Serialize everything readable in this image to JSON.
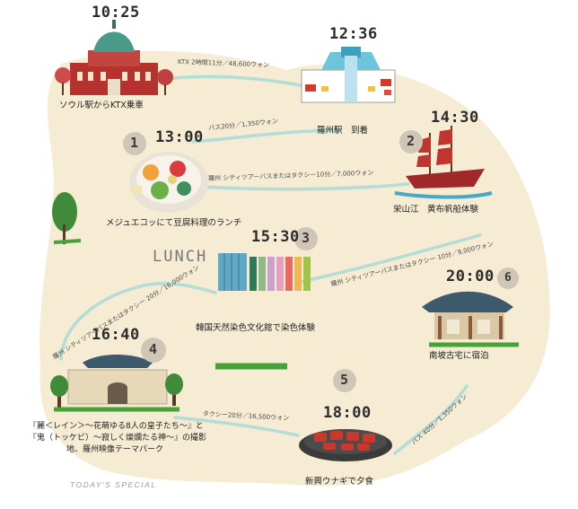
{
  "stops": [
    {
      "id": "start",
      "time": "10:25",
      "label": "ソウル駅からKTX乗車"
    },
    {
      "id": "arrive",
      "time": "12:36",
      "label": "羅州駅　到着"
    },
    {
      "id": "s1",
      "badge": "1",
      "time": "13:00",
      "label": "メジュエコッにて豆腐料理のランチ"
    },
    {
      "id": "s2",
      "badge": "2",
      "time": "14:30",
      "label": "栄山江　黄布帆船体験"
    },
    {
      "id": "s3",
      "badge": "3",
      "time": "15:30",
      "label": "韓国天然染色文化館で染色体験"
    },
    {
      "id": "s4",
      "badge": "4",
      "time": "16:40",
      "lines": [
        "『麗＜レイン＞～花萌ゆる8人の皇子たち～』と",
        "『鬼（トッケビ）～寂しく燦爛たる神～』の撮影",
        "地、羅州映像テーマパーク"
      ]
    },
    {
      "id": "s5",
      "badge": "5",
      "time": "18:00",
      "label": "新興ウナギで夕食"
    },
    {
      "id": "s6",
      "badge": "6",
      "time": "20:00",
      "label": "南坡古宅に宿泊"
    }
  ],
  "routes": {
    "r1": "KTX 2時間11分／48,600ウォン",
    "r2": "バス20分／1,350ウォン",
    "r3": "羅州 シティツアーバスまたはタクシー10分／7,000ウォン",
    "r4": "羅州 シティツアーバスまたはタクシー 10分／9,000ウォン",
    "r5": "羅州 シティツアーバスまたはタクシー 20分／16,000ウォン",
    "r6": "タクシー20分／16,500ウォン",
    "r7": "バス 40分／1,350ウォン"
  },
  "lunch_label": "LUNCH",
  "special_label": "TODAY'S SPECIAL",
  "colors": {
    "land": "#f6ecd4",
    "route": "#b3ddd6",
    "badge": "#cfc6b7",
    "grass": "#47a23a",
    "roof": "#3c5a6c",
    "red": "#b5322e"
  }
}
